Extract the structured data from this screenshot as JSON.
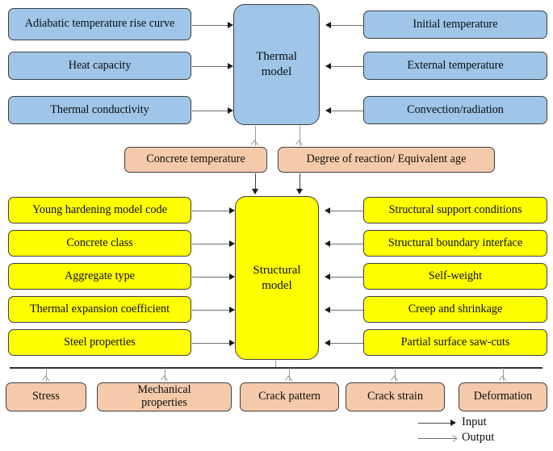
{
  "diagram": {
    "title": "Thermal and structural modelling flow diagram",
    "colors": {
      "blue_fill": "#9fc5e8",
      "peach_fill": "#f5caab",
      "yellow_fill": "#ffff00",
      "box_border": "#3f3f3f",
      "input_arrow": "#1a1a1a",
      "output_arrow": "#9a9a9a",
      "bus_bar": "#2e2e2e",
      "background": "#ffffff"
    },
    "thermal_section": {
      "model_label": "Thermal\nmodel",
      "model_line1": "Thermal",
      "model_line2": "model",
      "left_inputs": [
        {
          "label": "Adiabatic temperature rise curve"
        },
        {
          "label": "Heat capacity"
        },
        {
          "label": "Thermal conductivity"
        }
      ],
      "right_inputs": [
        {
          "label": "Initial temperature"
        },
        {
          "label": "External temperature"
        },
        {
          "label": "Convection/radiation"
        }
      ]
    },
    "intermediate_outputs": [
      {
        "label": "Concrete temperature"
      },
      {
        "label": "Degree of reaction/ Equivalent age"
      }
    ],
    "structural_section": {
      "model_line1": "Structural",
      "model_line2": "model",
      "left_inputs": [
        {
          "label": "Young hardening model code"
        },
        {
          "label": "Concrete class"
        },
        {
          "label": "Aggregate type"
        },
        {
          "label": "Thermal expansion coefficient"
        },
        {
          "label": "Steel properties"
        }
      ],
      "right_inputs": [
        {
          "label": "Structural support conditions"
        },
        {
          "label": "Structural boundary interface"
        },
        {
          "label": "Self-weight"
        },
        {
          "label": "Creep and shrinkage"
        },
        {
          "label": "Partial surface saw-cuts"
        }
      ]
    },
    "final_outputs": [
      {
        "label": "Stress"
      },
      {
        "label": "Mechanical properties",
        "line1": "Mechanical",
        "line2": "properties"
      },
      {
        "label": "Crack pattern"
      },
      {
        "label": "Crack strain"
      },
      {
        "label": "Deformation"
      }
    ],
    "legend": [
      {
        "label": "Input",
        "style": "solid-dark-filled-head"
      },
      {
        "label": "Output",
        "style": "gray-open-head"
      }
    ]
  }
}
